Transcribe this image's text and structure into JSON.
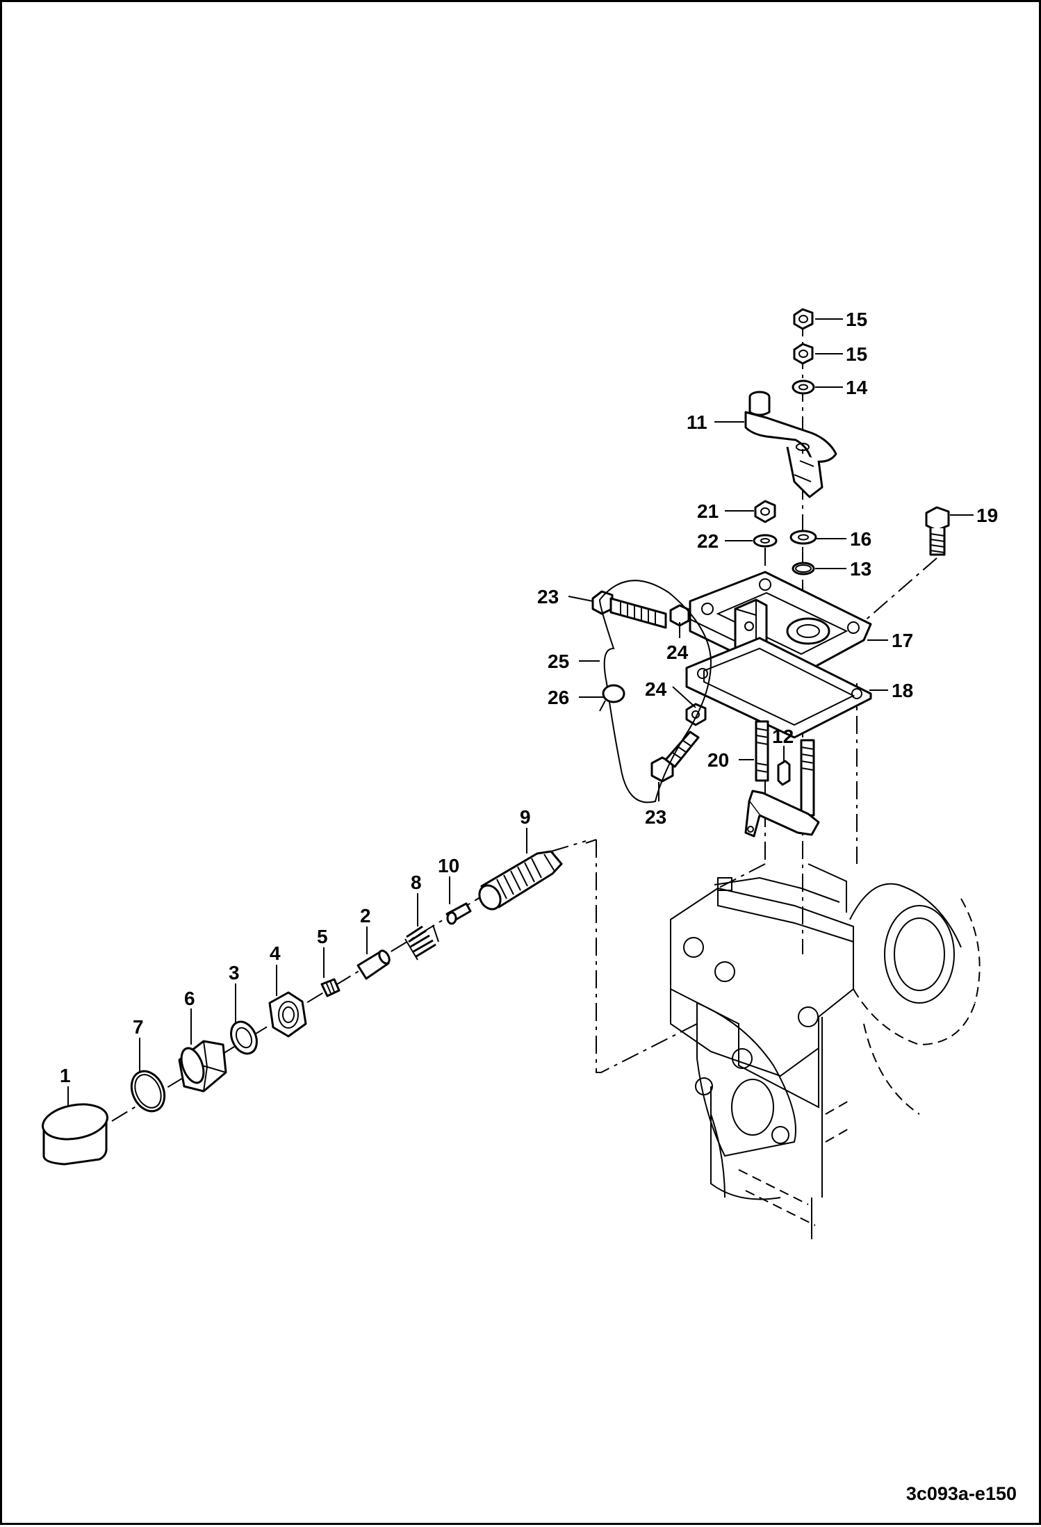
{
  "diagram": {
    "drawing_reference": "3c093a-e150",
    "callouts": [
      {
        "id": "c1",
        "label": "1"
      },
      {
        "id": "c7",
        "label": "7"
      },
      {
        "id": "c6",
        "label": "6"
      },
      {
        "id": "c3",
        "label": "3"
      },
      {
        "id": "c4",
        "label": "4"
      },
      {
        "id": "c5",
        "label": "5"
      },
      {
        "id": "c2",
        "label": "2"
      },
      {
        "id": "c8",
        "label": "8"
      },
      {
        "id": "c10",
        "label": "10"
      },
      {
        "id": "c9",
        "label": "9"
      },
      {
        "id": "c15a",
        "label": "15"
      },
      {
        "id": "c15b",
        "label": "15"
      },
      {
        "id": "c14",
        "label": "14"
      },
      {
        "id": "c11",
        "label": "11"
      },
      {
        "id": "c21",
        "label": "21"
      },
      {
        "id": "c22",
        "label": "22"
      },
      {
        "id": "c16",
        "label": "16"
      },
      {
        "id": "c13",
        "label": "13"
      },
      {
        "id": "c19",
        "label": "19"
      },
      {
        "id": "c23a",
        "label": "23"
      },
      {
        "id": "c24a",
        "label": "24"
      },
      {
        "id": "c17",
        "label": "17"
      },
      {
        "id": "c25",
        "label": "25"
      },
      {
        "id": "c18",
        "label": "18"
      },
      {
        "id": "c26",
        "label": "26"
      },
      {
        "id": "c24b",
        "label": "24"
      },
      {
        "id": "c12",
        "label": "12"
      },
      {
        "id": "c20",
        "label": "20"
      },
      {
        "id": "c23b",
        "label": "23"
      }
    ]
  }
}
